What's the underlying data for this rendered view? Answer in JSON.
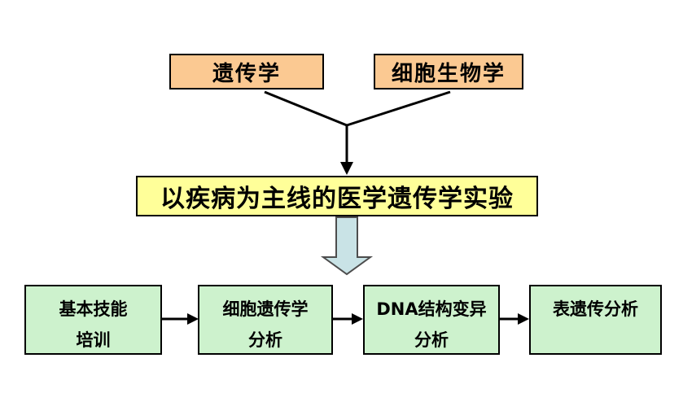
{
  "diagram": {
    "title_implicit": "医学遗传学实验教学流程图",
    "background_color": "#ffffff",
    "line_color": "#000000",
    "top_boxes": [
      {
        "label": "遗传学",
        "fill": "#FBC992"
      },
      {
        "label": "细胞生物学",
        "fill": "#FBC992"
      }
    ],
    "center_box": {
      "label": "以疾病为主线的医学遗传学实验",
      "fill": "#FFFF99"
    },
    "down_block_arrow": {
      "fill": "#C9E3E6",
      "stroke": "#4d4d4d"
    },
    "bottom_boxes": [
      {
        "line1": "基本技能",
        "line2": "培训",
        "fill": "#CDF2CD"
      },
      {
        "line1": "细胞遗传学",
        "line2": "分析",
        "fill": "#CDF2CD"
      },
      {
        "line1": "DNA结构变异",
        "line2": "分析",
        "fill": "#CDF2CD"
      },
      {
        "line1": "表遗传分析",
        "line2": "",
        "fill": "#CDF2CD"
      }
    ]
  }
}
